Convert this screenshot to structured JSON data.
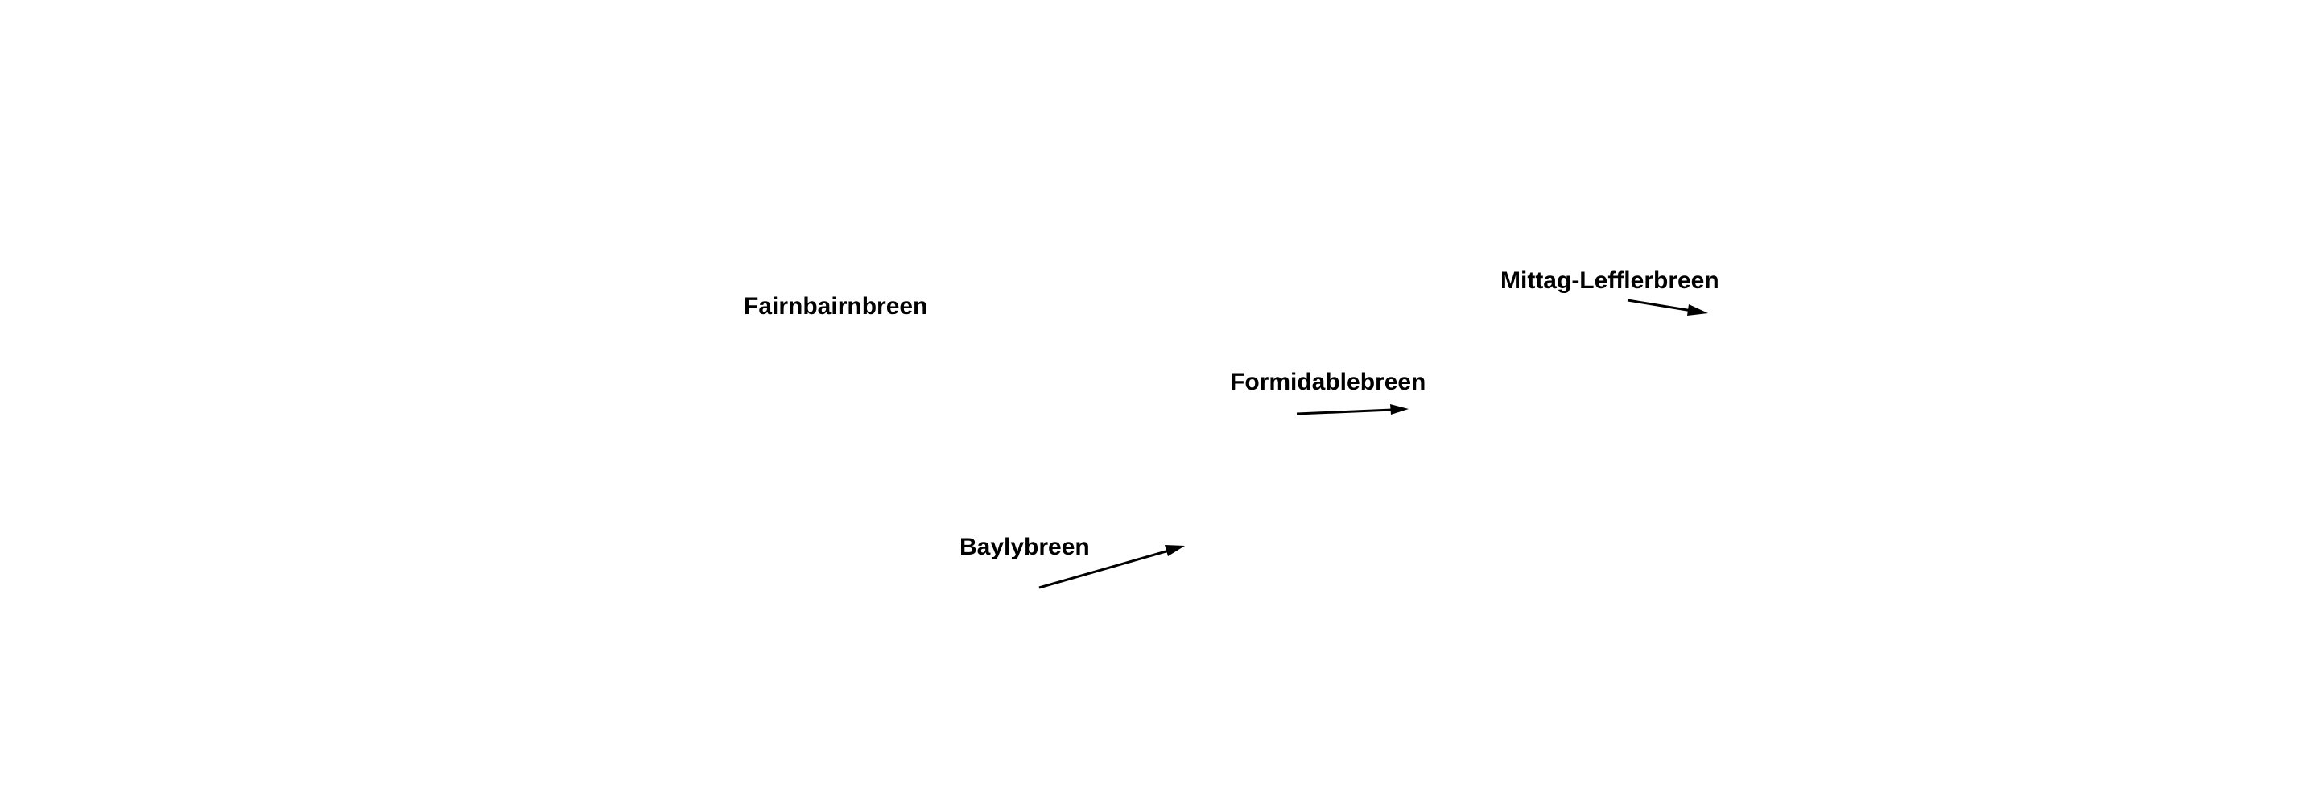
{
  "map": {
    "labels": {
      "fairnbairnbreen": "Fairnbairnbreen",
      "mittag_lefflerbreen": "Mittag-Lefflerbreen",
      "formidablebreen": "Formidablebreen",
      "baylybreen": "Baylybreen"
    },
    "colors": {
      "background": "#ffffff",
      "ink": "#000000"
    }
  }
}
